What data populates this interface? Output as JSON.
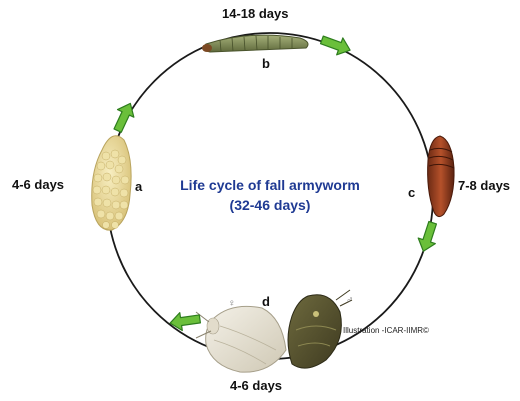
{
  "stages": [
    {
      "letter": "a",
      "duration": "4-6 days"
    },
    {
      "letter": "b",
      "duration": "14-18 days"
    },
    {
      "letter": "c",
      "duration": "7-8 days"
    },
    {
      "letter": "d",
      "duration": "4-6 days"
    }
  ],
  "center": {
    "line1": "Life cycle of fall armyworm",
    "line2": "(32-46 days)"
  },
  "credit": "Illustration -ICAR-IIMR©",
  "sex_symbols": {
    "female": "♀",
    "male": "♂"
  },
  "colors": {
    "arrow": "#6abf3a",
    "arrow_stroke": "#2e7d1e",
    "center_text": "#1f3a93",
    "circle": "#1a1a1a"
  }
}
